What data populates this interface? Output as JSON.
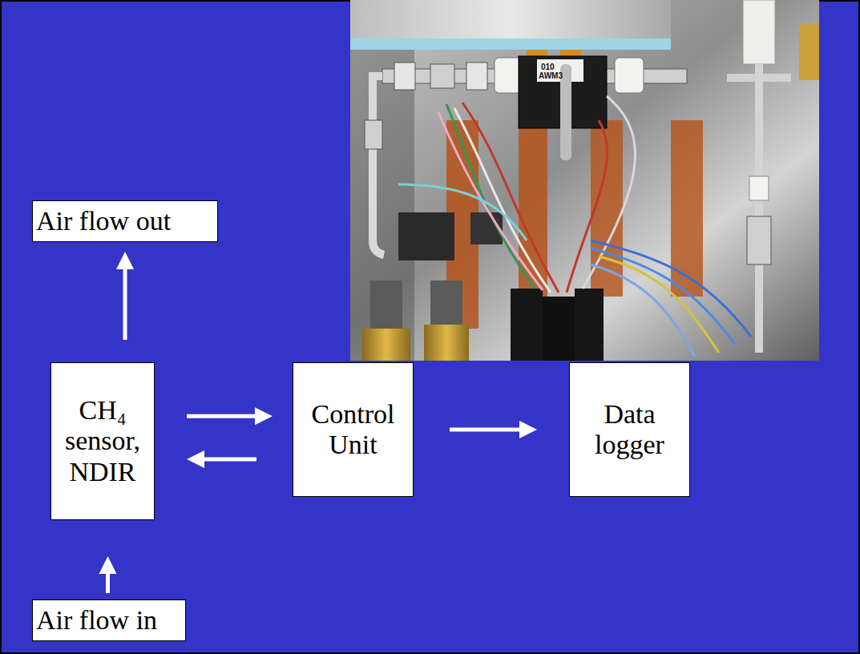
{
  "diagram": {
    "nodes": [
      {
        "text": [
          "Air flow out"
        ]
      },
      {
        "text": [
          "CH₄ sensor, NDIR"
        ]
      },
      {
        "text": [
          "Control Unit"
        ]
      },
      {
        "text": [
          "Data logger"
        ]
      },
      {
        "text": [
          "Air flow in"
        ]
      }
    ],
    "edges": [
      {
        "from": 4,
        "to": 1,
        "arrow": "to"
      },
      {
        "from": 1,
        "to": 0,
        "arrow": "to"
      },
      {
        "from": 1,
        "to": 2,
        "arrow": "to"
      },
      {
        "from": 2,
        "to": 1,
        "arrow": "to"
      },
      {
        "from": 2,
        "to": 3,
        "arrow": "to"
      }
    ],
    "labels": [
      "010",
      "AWM3"
    ]
  }
}
